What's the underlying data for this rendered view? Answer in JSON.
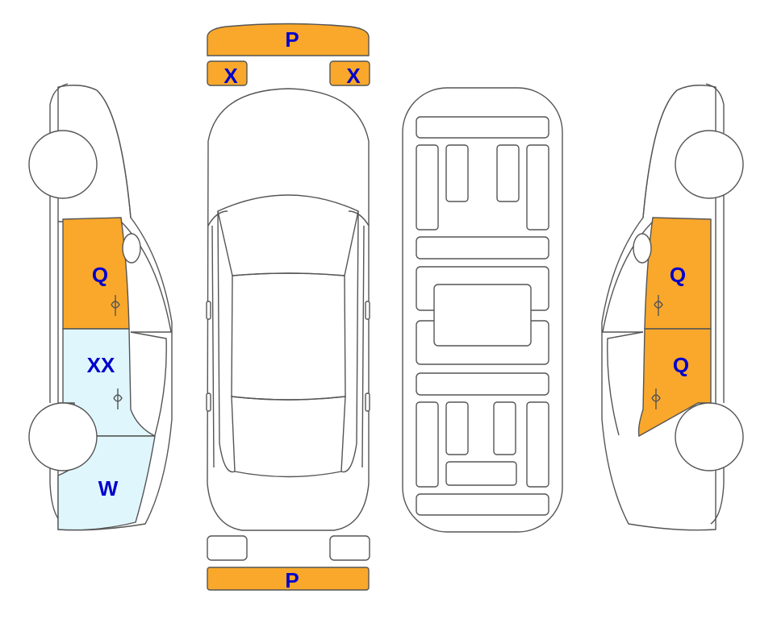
{
  "colors": {
    "damage_orange": "#F9A82B",
    "damage_blue": "#DFF6FD",
    "label_blue": "#0000CC",
    "outline": "#555555"
  },
  "labels": {
    "front_bumper": "P",
    "left_headlight": "X",
    "right_headlight": "X",
    "rear_bumper": "P",
    "left_front_door": "Q",
    "left_rear_door": "XX",
    "left_rear_quarter": "W",
    "right_front_door": "Q",
    "right_rear_door": "Q"
  }
}
